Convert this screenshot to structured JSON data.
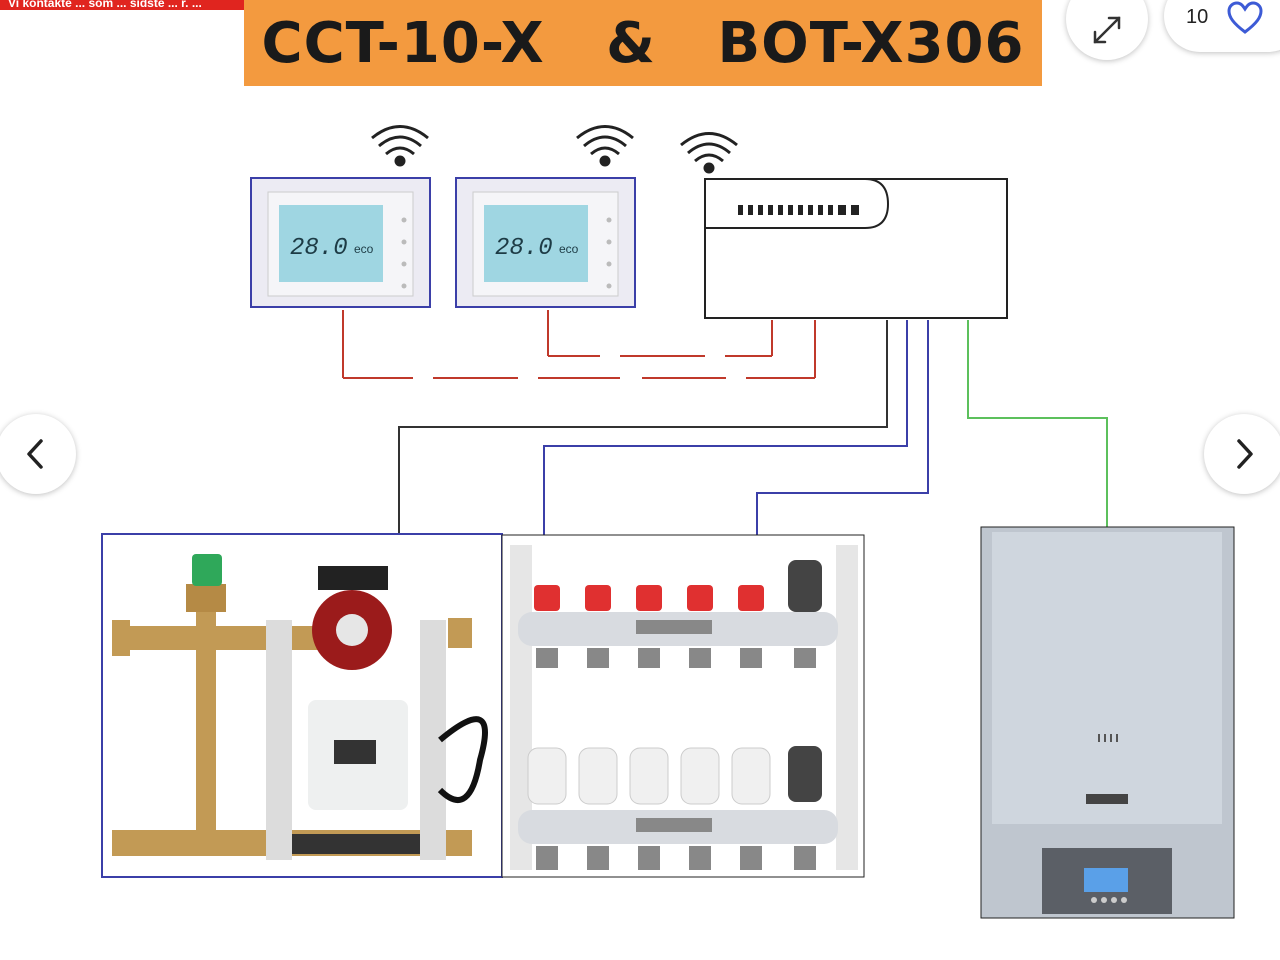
{
  "ribbon": {
    "text": "Vi kontakte ... som ... sidste ... r. ... "
  },
  "banner": {
    "title": "CCT-10-X   &   BOT-X306"
  },
  "thermostats": [
    {
      "temp": "28.0",
      "unit": "°"
    },
    {
      "temp": "28.0",
      "unit": "°"
    }
  ],
  "favorites": {
    "count": "10"
  },
  "controls": {
    "expand_icon": "expand-icon",
    "heart_icon": "heart-icon",
    "prev_icon": "chevron-left-icon",
    "next_icon": "chevron-right-icon"
  },
  "colors": {
    "banner": "#f39a3f",
    "badge": "#e0251f",
    "wire_red": "#c0392b",
    "wire_blue": "#3b3fa8",
    "wire_green": "#5cc05c",
    "heart": "#3d5bd6"
  }
}
